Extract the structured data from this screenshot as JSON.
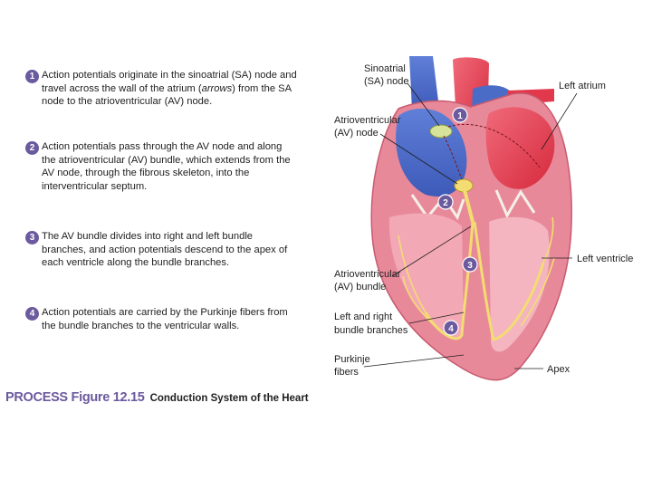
{
  "steps": [
    {
      "number": "1",
      "text_before": "Action potentials originate in the sinoatrial (SA) node and travel across the wall of the atrium (",
      "text_italic": "arrows",
      "text_after": ") from the SA node to the atrioventricular (AV) node."
    },
    {
      "number": "2",
      "text": "Action potentials pass through the AV node and along the atrioventricular (AV) bundle, which extends from the AV node, through the fibrous skeleton, into the interventricular septum."
    },
    {
      "number": "3",
      "text": "The AV bundle divides into right and left bundle branches, and action potentials descend to the apex of each ventricle along the bundle branches."
    },
    {
      "number": "4",
      "text": "Action potentials are carried by the Purkinje fibers from the bundle branches to the ventricular walls."
    }
  ],
  "caption": {
    "figure": "PROCESS Figure 12.15",
    "title": "Conduction System of the Heart"
  },
  "labels": {
    "sa_node_1": "Sinoatrial",
    "sa_node_2": "(SA) node",
    "left_atrium": "Left atrium",
    "av_node_1": "Atrioventricular",
    "av_node_2": "(AV) node",
    "left_ventricle": "Left ventricle",
    "av_bundle_1": "Atrioventricular",
    "av_bundle_2": "(AV) bundle",
    "bundle_branches_1": "Left and right",
    "bundle_branches_2": "bundle branches",
    "purkinje_1": "Purkinje",
    "purkinje_2": "fibers",
    "apex": "Apex"
  },
  "markers": [
    "1",
    "2",
    "3",
    "4"
  ],
  "colors": {
    "badge": "#6b5a9e",
    "myocardium": "#e8899a",
    "blood_oxygenated": "#e0303f",
    "blood_deoxygenated": "#4f6fc8",
    "conduction": "#f3dc72"
  }
}
